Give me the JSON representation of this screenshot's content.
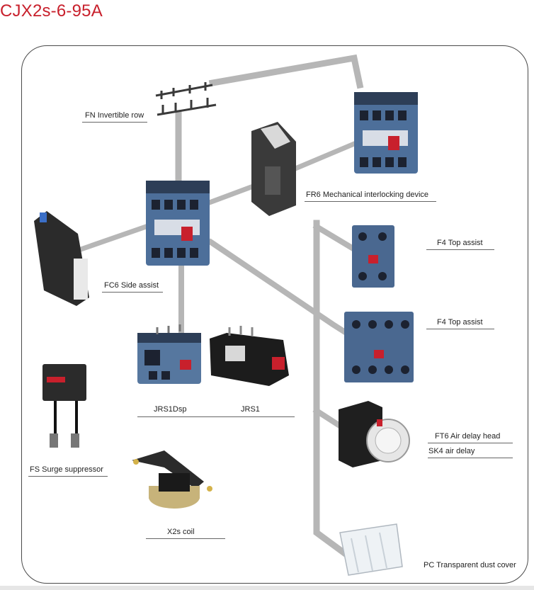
{
  "title": "CJX2s-6-95A",
  "labels": {
    "fn": "FN Invertible row",
    "fr6": "FR6 Mechanical interlocking device",
    "fc6": "FC6 Side assist",
    "f4_top_1": "F4 Top assist",
    "f4_top_2": "F4 Top assist",
    "jrs1dsp": "JRS1Dsp",
    "jrs1": "JRS1",
    "fs": "FS Surge suppressor",
    "ft6": "FT6 Air delay head",
    "sk4": "SK4 air delay",
    "x2s": "X2s coil",
    "pc": "PC Transparent dust cover"
  },
  "colors": {
    "title": "#c8202c",
    "device_blue": "#4d6f9a",
    "device_dark": "#2d3e57",
    "device_red": "#c8202c",
    "connector_gray": "#b4b4b4"
  }
}
